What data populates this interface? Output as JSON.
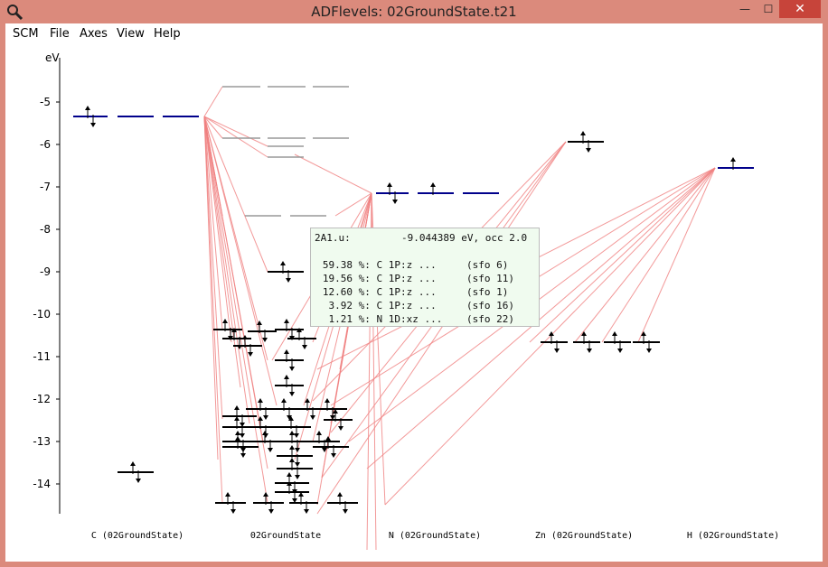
{
  "window": {
    "title": "ADFlevels: 02GroundState.t21",
    "icon": "magnifier-icon",
    "controls": {
      "minimize": "—",
      "maximize": "☐",
      "close": "✕"
    }
  },
  "menu": [
    "SCM",
    "File",
    "Axes",
    "View",
    "Help"
  ],
  "plot": {
    "y_unit": "eV",
    "y_ticks": [
      "-5",
      "-6",
      "-7",
      "-8",
      "-9",
      "-10",
      "-11",
      "-12",
      "-13",
      "-14"
    ],
    "columns": [
      "C (02GroundState)",
      "02GroundState",
      "N (02GroundState)",
      "Zn (02GroundState)",
      "H (02GroundState)"
    ],
    "colors": {
      "selected_level": "#00008b",
      "unoccupied_level": "#999999",
      "occupied_level": "#000000",
      "connection_line": "#f08080"
    }
  },
  "tooltip": {
    "name": "2A1.u:",
    "energy": "-9.044389 eV, occ 2.0",
    "rows": [
      {
        "pct": "59.38",
        "label": "%: C 1P:z ...",
        "sfo": "(sfo 6)"
      },
      {
        "pct": "19.56",
        "label": "%: C 1P:z ...",
        "sfo": "(sfo 11)"
      },
      {
        "pct": "12.60",
        "label": "%: C 1P:z ...",
        "sfo": "(sfo 1)"
      },
      {
        "pct": "3.92",
        "label": "%: C 1P:z ...",
        "sfo": "(sfo 16)"
      },
      {
        "pct": "1.21",
        "label": "%: N 1D:xz ...",
        "sfo": "(sfo 22)"
      }
    ]
  }
}
